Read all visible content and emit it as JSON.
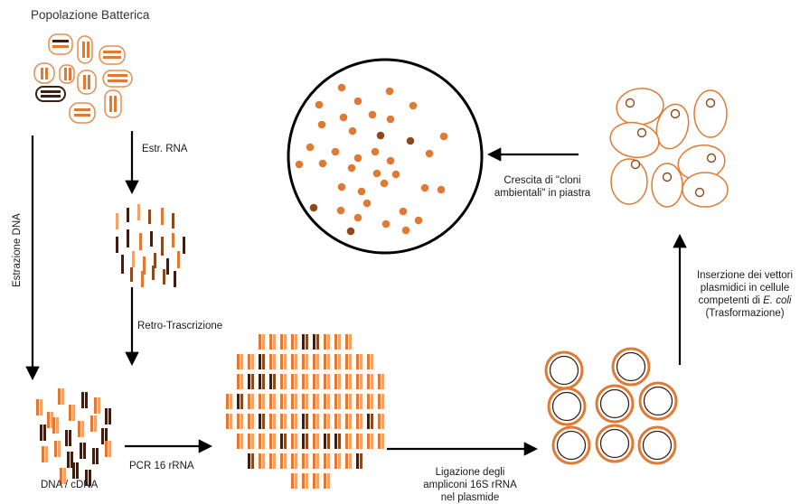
{
  "labels": {
    "bacterial_population": "Popolazione Batterica",
    "rna_extraction": "Estr. RNA",
    "dna_extraction": "Estrazione DNA",
    "reverse_transcription": "Retro-Trascrizione",
    "dna_cdna": "DNA / cDNA",
    "pcr": "PCR 16 rRNA",
    "ligation_line1": "Ligazione degli",
    "ligation_line2": "ampliconi 16S rRNA",
    "ligation_line3": "nel plasmide",
    "insertion_line1": "Inserzione dei vettori",
    "insertion_line2": "plasmidici in cellule",
    "insertion_line3_prefix": "competenti di ",
    "insertion_line3_italic": "E. coli",
    "insertion_line4": "(Trasformazione)",
    "growth_line1": "Crescita di \"cloni",
    "growth_line2": "ambientali\" in piastra"
  },
  "colors": {
    "light_orange": "#f0a46a",
    "orange": "#e07a32",
    "dark_brown": "#3b1f12",
    "medium_brown": "#8a4a1c",
    "arrow": "#000000"
  }
}
